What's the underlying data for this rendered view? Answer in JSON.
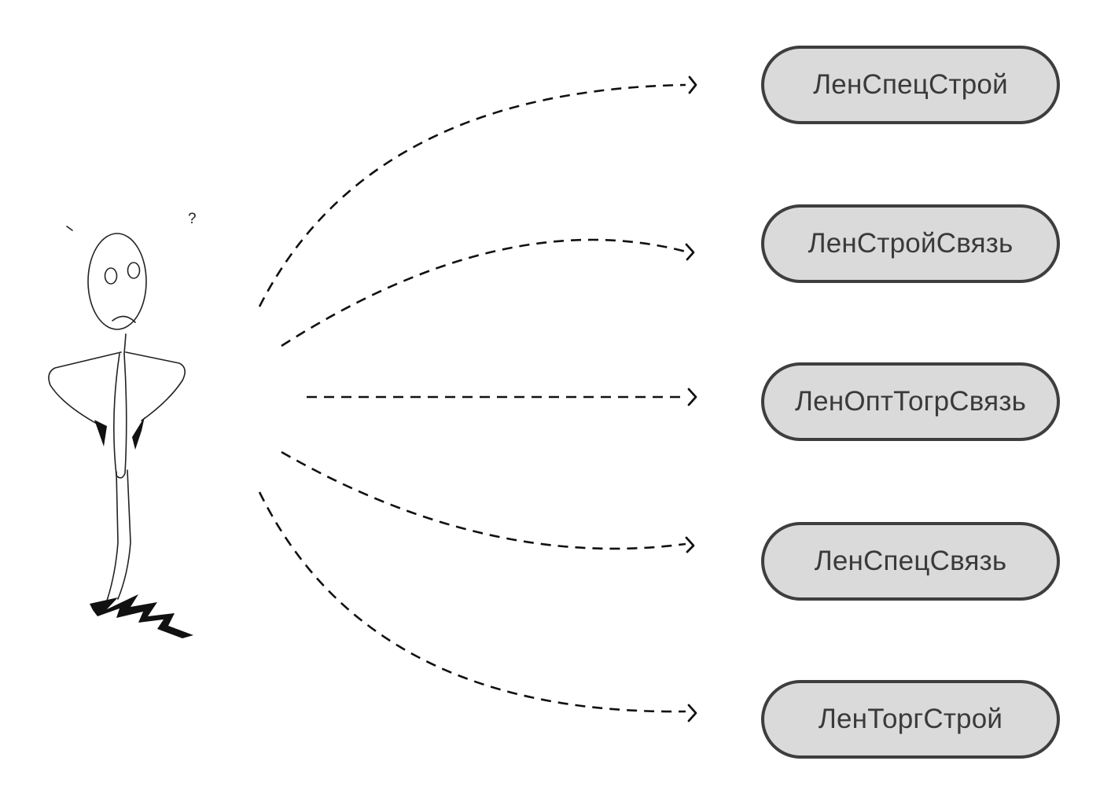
{
  "figure": {
    "question_mark": "?"
  },
  "companies": [
    {
      "label": "ЛенСпецСтрой"
    },
    {
      "label": "ЛенСтройСвязь"
    },
    {
      "label": "ЛенОптТогрСвязь"
    },
    {
      "label": "ЛенСпецСвязь"
    },
    {
      "label": "ЛенТоргСтрой"
    }
  ],
  "colors": {
    "pill_fill": "#dadada",
    "pill_border": "#3e3e3e",
    "text": "#3a3a3a",
    "line": "#111111"
  }
}
